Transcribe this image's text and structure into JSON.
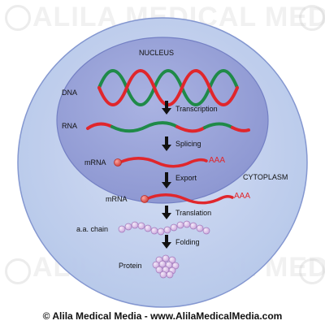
{
  "diagram": {
    "nucleus_label": "NUCLEUS",
    "cytoplasm_label": "CYTOPLASM",
    "molecules": {
      "dna": "DNA",
      "rna": "RNA",
      "mrna_nuclear": "mRNA",
      "mrna_cytoplasm": "mRNA",
      "aa_chain": "a.a. chain",
      "protein": "Protein"
    },
    "poly_a": {
      "nuclear": "AAA",
      "cytoplasm": "AAA"
    },
    "steps": {
      "transcription": "Transcription",
      "splicing": "Splicing",
      "export": "Export",
      "translation": "Translation",
      "folding": "Folding"
    },
    "colors": {
      "cell": "#c7d4ef",
      "nucleus": "#9fa9dc",
      "strand_red": "#e0262c",
      "strand_green": "#1f8a48",
      "amino_acid": "#d9bde6",
      "arrow": "#111111"
    }
  },
  "watermark": {
    "text": "ALILA MEDICAL MEDIA",
    "mark": "©"
  },
  "footer": {
    "credit": "© Alila Medical Media - www.AlilaMedicalMedia.com"
  }
}
